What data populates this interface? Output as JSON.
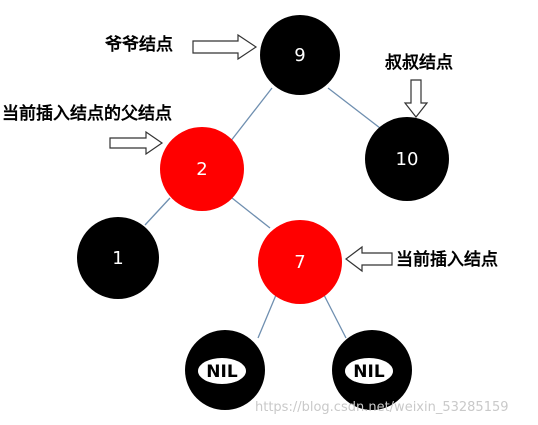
{
  "nodes": {
    "n9": {
      "label": "9",
      "color": "#000000"
    },
    "n2": {
      "label": "2",
      "color": "#ff0000"
    },
    "n10": {
      "label": "10",
      "color": "#000000"
    },
    "n1": {
      "label": "1",
      "color": "#000000"
    },
    "n7": {
      "label": "7",
      "color": "#ff0000"
    },
    "nil_left": {
      "label": "NIL",
      "color": "#000000"
    },
    "nil_right": {
      "label": "NIL",
      "color": "#000000"
    }
  },
  "annotations": {
    "grandparent": "爷爷结点",
    "uncle": "叔叔结点",
    "parent": "当前插入结点的父结点",
    "current": "当前插入结点"
  },
  "watermark": "https://blog.csdn.net/weixin_53285159",
  "colors": {
    "edge": "#6f8fb0",
    "black_node": "#000000",
    "red_node": "#ff0000",
    "arrow_outline": "#333333",
    "arrow_fill": "#ffffff"
  }
}
